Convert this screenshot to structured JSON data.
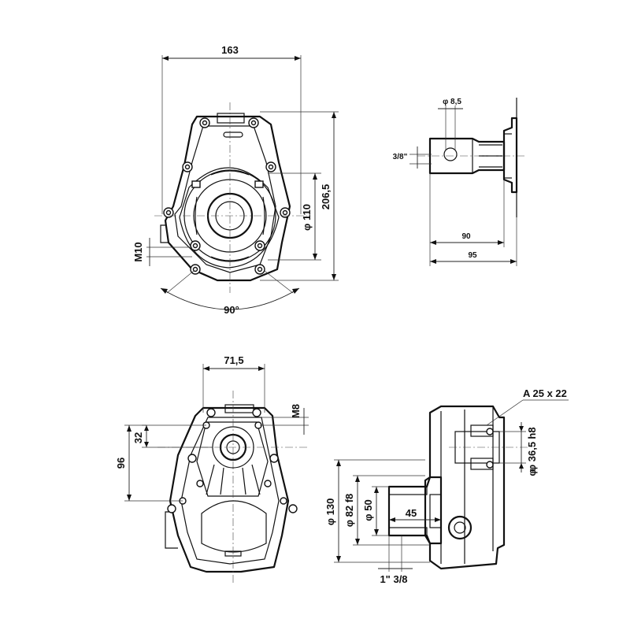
{
  "dimensions": {
    "front_width": "163",
    "front_height": "206,5",
    "front_bore": "φ 110",
    "front_thread": "M10",
    "front_angle": "90°",
    "shaft_dia": "φ 8,5",
    "shaft_thread": "3/8\"",
    "shaft_len_90": "90",
    "shaft_len_95": "95",
    "rear_width": "71,5",
    "rear_thread": "M8",
    "rear_h32": "32",
    "rear_h96": "96",
    "sec_key": "A 25 x 22",
    "sec_h8": "h8",
    "sec_d365": "φ 36,5",
    "sec_d_sym": "φ",
    "sec_d130": "φ 130",
    "sec_d82": "φ 82 f8",
    "sec_d50": "φ 50",
    "sec_l45": "45",
    "sec_port": "1\" 3/8"
  },
  "colors": {
    "ink": "#111111",
    "paper": "#ffffff"
  }
}
